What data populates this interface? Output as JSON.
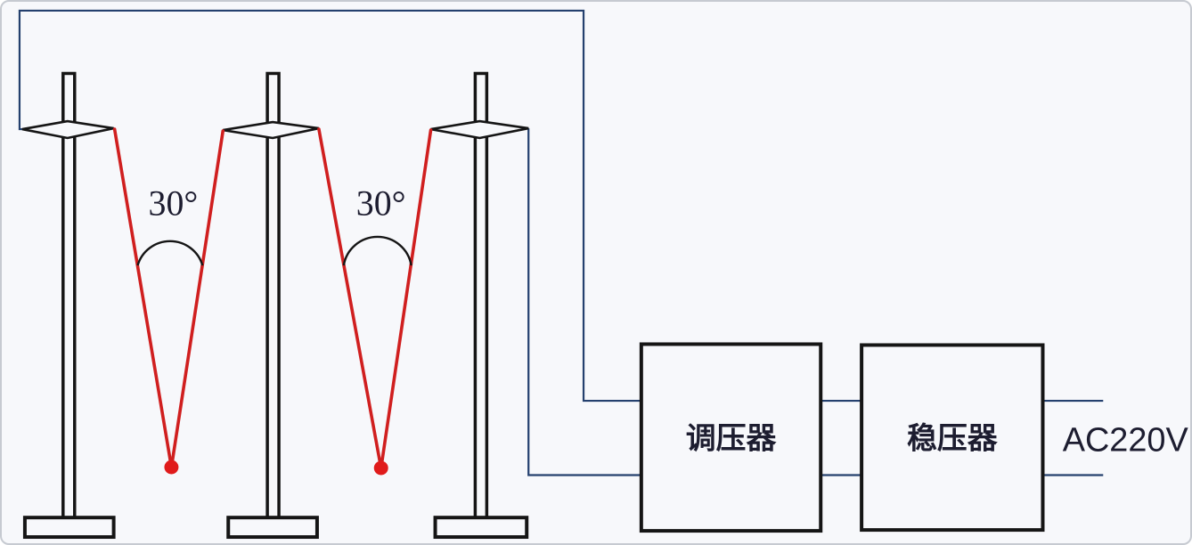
{
  "colors": {
    "bg": "#f7f8fb",
    "frame-border": "#c6cad1",
    "wire-blue": "#24406e",
    "wire-red": "#d01f1f",
    "dot-red": "#e01b1b",
    "line-black": "#151515",
    "text-dark": "#1d1d30"
  },
  "labels": {
    "angle_left": "30°",
    "angle_right": "30°",
    "regulator": "调压器",
    "stabilizer": "稳压器",
    "ac_supply": "AC220V"
  }
}
